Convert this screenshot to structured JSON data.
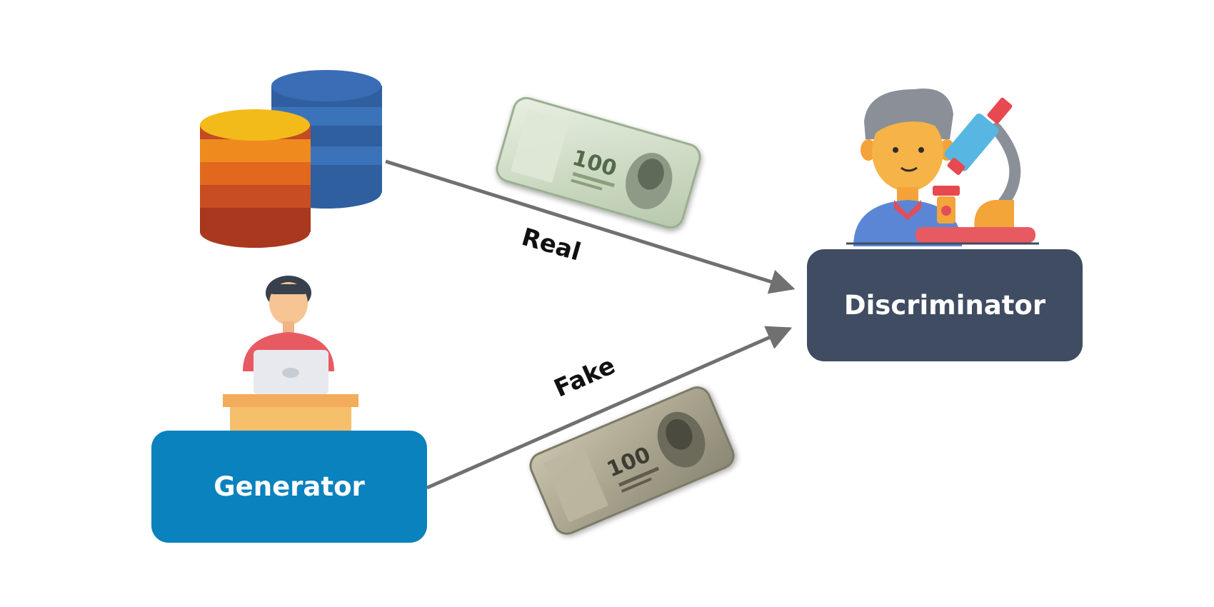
{
  "generator": {
    "label": "Generator",
    "color": "#0a82bd"
  },
  "discriminator": {
    "label": "Discriminator",
    "color": "#3f4c62"
  },
  "edges": {
    "real_label": "Real",
    "fake_label": "Fake",
    "arrow_color": "#707070"
  },
  "icons": {
    "dataset": "database-icon",
    "generator_person": "person-at-laptop-icon",
    "discriminator_person": "scientist-with-microscope-icon",
    "real_note": "banknote-icon",
    "fake_note": "banknote-icon"
  },
  "banknote": {
    "denomination": "100"
  }
}
